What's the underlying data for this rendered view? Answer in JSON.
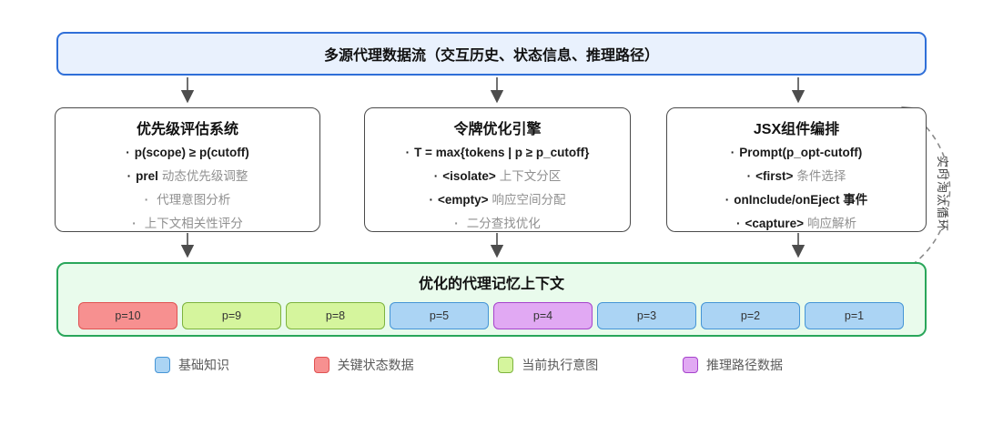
{
  "diagram": {
    "source": {
      "title": "多源代理数据流（交互历史、状态信息、推理路径）"
    },
    "panels": [
      {
        "title": "优先级评估系统",
        "items": [
          {
            "code": "p(scope) ≥ p(cutoff)",
            "text": ""
          },
          {
            "code": "prel",
            "text": "动态优先级调整"
          },
          {
            "code": "",
            "text": "代理意图分析"
          },
          {
            "code": "",
            "text": "上下文相关性评分"
          }
        ]
      },
      {
        "title": "令牌优化引擎",
        "items": [
          {
            "code": "T = max{tokens | p ≥ p_cutoff}",
            "text": ""
          },
          {
            "code": "<isolate>",
            "text": "上下文分区"
          },
          {
            "code": "<empty>",
            "text": "响应空间分配"
          },
          {
            "code": "",
            "text": "二分查找优化"
          }
        ]
      },
      {
        "title": "JSX组件编排",
        "items": [
          {
            "code": "Prompt(p_opt-cutoff)",
            "text": ""
          },
          {
            "code": "<first>",
            "text": "条件选择"
          },
          {
            "code": "onInclude/onEject 事件",
            "text": ""
          },
          {
            "code": "<capture>",
            "text": "响应解析"
          }
        ]
      }
    ],
    "memory": {
      "title": "优化的代理记忆上下文",
      "chips": [
        {
          "label": "p=10",
          "type": "critical"
        },
        {
          "label": "p=9",
          "type": "intent"
        },
        {
          "label": "p=8",
          "type": "intent"
        },
        {
          "label": "p=5",
          "type": "knowledge"
        },
        {
          "label": "p=4",
          "type": "reasoning"
        },
        {
          "label": "p=3",
          "type": "knowledge"
        },
        {
          "label": "p=2",
          "type": "knowledge"
        },
        {
          "label": "p=1",
          "type": "knowledge"
        }
      ]
    },
    "feedback_label": "实时淘汰循环",
    "legend": [
      {
        "label": "基础知识",
        "type": "knowledge"
      },
      {
        "label": "关键状态数据",
        "type": "critical"
      },
      {
        "label": "当前执行意图",
        "type": "intent"
      },
      {
        "label": "推理路径数据",
        "type": "reasoning"
      }
    ],
    "colors": {
      "source_fill": "#e9f1fd",
      "source_border": "#2f6fd8",
      "panel_border": "#4a4a4a",
      "memory_fill": "#e9fbec",
      "memory_border": "#29a65a",
      "critical_fill": "#f79090",
      "critical_border": "#e05252",
      "intent_fill": "#d5f59d",
      "intent_border": "#7db33e",
      "knowledge_fill": "#abd4f4",
      "knowledge_border": "#4595d6",
      "reasoning_fill": "#e1a9f3",
      "reasoning_border": "#a643cc",
      "arrow": "#4d4d4d",
      "dashed_loop": "#8a8a8a"
    }
  }
}
